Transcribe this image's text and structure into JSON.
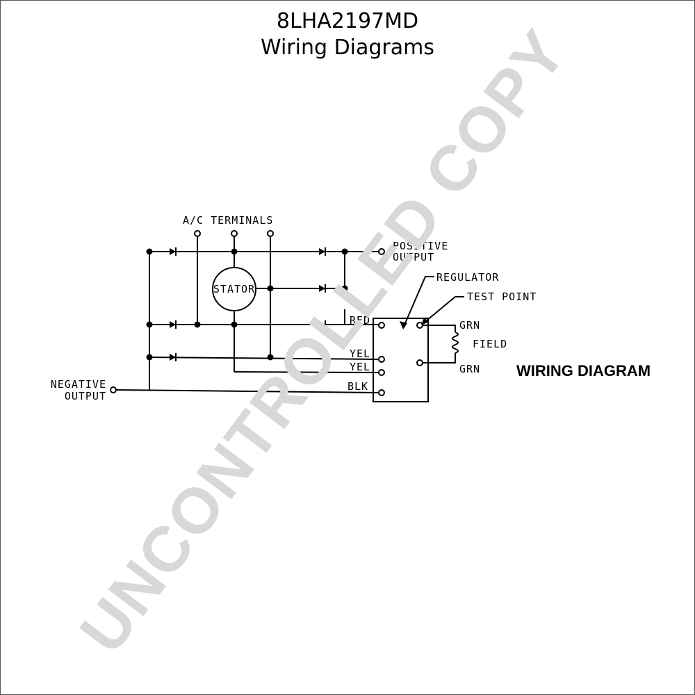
{
  "header": {
    "title": "8LHA2197MD",
    "subtitle": "Wiring Diagrams"
  },
  "diagram": {
    "ac_terminals": "A/C TERMINALS",
    "stator": "STATOR",
    "positive_output_line1": "POSITIVE",
    "positive_output_line2": "OUTPUT",
    "negative_output_line1": "NEGATIVE",
    "negative_output_line2": "OUTPUT",
    "regulator": "REGULATOR",
    "test_point": "TEST POINT",
    "field": "FIELD",
    "grn_top": "GRN",
    "grn_bottom": "GRN",
    "red": "RED",
    "yel1": "YEL",
    "yel2": "YEL",
    "blk": "BLK",
    "wiring_diagram": "WIRING DIAGRAM"
  },
  "watermark": {
    "text": "UNCONTROLLED COPY",
    "color": "#d8d8d8"
  }
}
